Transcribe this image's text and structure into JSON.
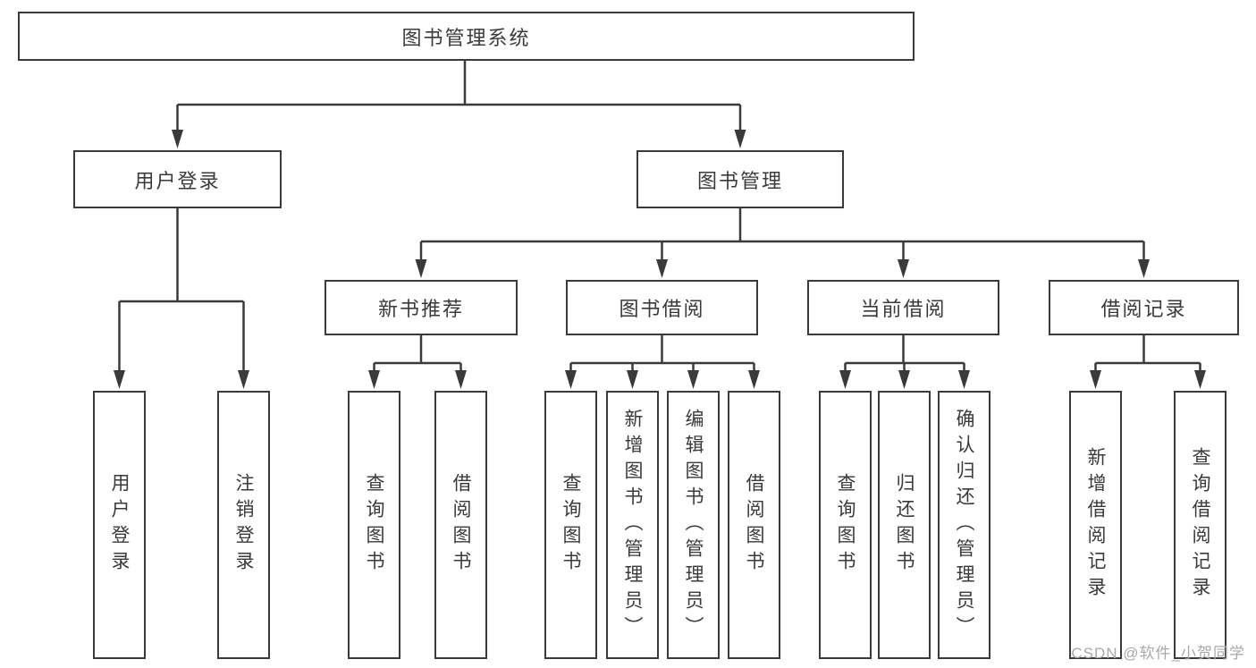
{
  "diagram": {
    "type": "tree",
    "root": {
      "label": "图书管理系统",
      "children": [
        {
          "label": "用户登录",
          "children": [
            {
              "label": "用户登录"
            },
            {
              "label": "注销登录"
            }
          ]
        },
        {
          "label": "图书管理",
          "children": [
            {
              "label": "新书推荐",
              "children": [
                {
                  "label": "查询图书"
                },
                {
                  "label": "借阅图书"
                }
              ]
            },
            {
              "label": "图书借阅",
              "children": [
                {
                  "label": "查询图书"
                },
                {
                  "label": "新增图书（管理员）"
                },
                {
                  "label": "编辑图书（管理员）"
                },
                {
                  "label": "借阅图书"
                }
              ]
            },
            {
              "label": "当前借阅",
              "children": [
                {
                  "label": "查询图书"
                },
                {
                  "label": "归还图书"
                },
                {
                  "label": "确认归还（管理员）"
                }
              ]
            },
            {
              "label": "借阅记录",
              "children": [
                {
                  "label": "新增借阅记录"
                },
                {
                  "label": "查询借阅记录"
                }
              ]
            }
          ]
        }
      ]
    }
  },
  "colors": {
    "line": "#3a3a3a",
    "text": "#3a3a3a",
    "watermark": "#a9a9a9",
    "background": "#ffffff"
  },
  "watermark": {
    "text": "CSDN @软件_小贺同学"
  }
}
